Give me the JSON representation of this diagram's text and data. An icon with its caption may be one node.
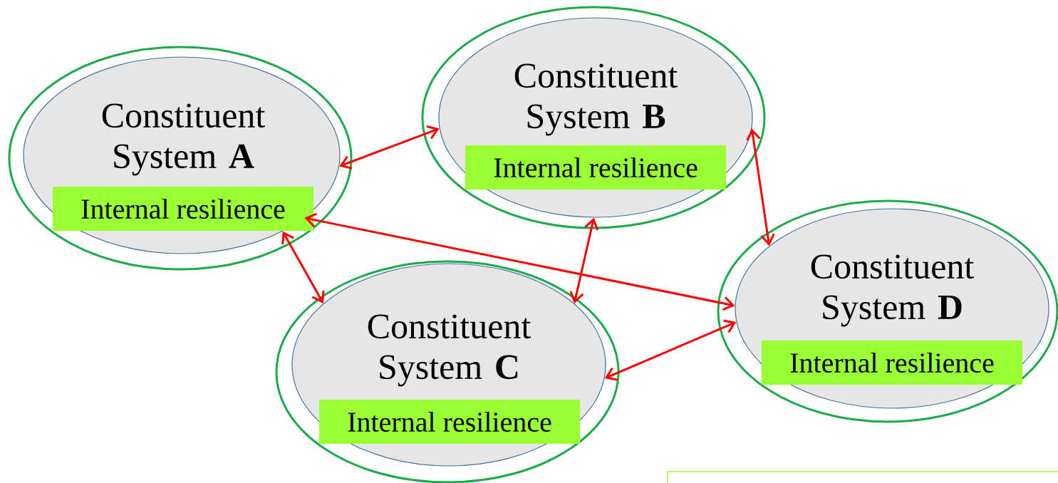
{
  "diagram": {
    "nodes": [
      {
        "text": [],
        "shape": "ellipse"
      },
      {
        "text": [
          "Constituent System **A**"
        ],
        "in": 0
      },
      {
        "text": [
          "Internal resilience"
        ],
        "in": 1
      },
      {
        "text": [],
        "shape": "ellipse"
      },
      {
        "text": [
          "Constituent System **B**"
        ],
        "in": 3
      },
      {
        "text": [
          "Internal resilience"
        ],
        "in": 4
      },
      {
        "text": [],
        "shape": "ellipse"
      },
      {
        "text": [
          "Constituent System **C**"
        ],
        "in": 6
      },
      {
        "text": [
          "Internal resilience"
        ],
        "in": 7
      },
      {
        "text": [],
        "shape": "ellipse"
      },
      {
        "text": [
          "Constituent System **D**"
        ],
        "in": 9
      },
      {
        "text": [
          "Internal resilience"
        ],
        "in": 10
      }
    ],
    "edges": [
      {
        "from": 1,
        "to": 4,
        "arrow": "both"
      },
      {
        "from": 1,
        "to": 10,
        "arrow": "both"
      },
      {
        "from": 1,
        "to": 7,
        "arrow": "both"
      },
      {
        "from": 4,
        "to": 7,
        "arrow": "both"
      },
      {
        "from": 4,
        "to": 10,
        "arrow": "both"
      },
      {
        "from": 7,
        "to": 10,
        "arrow": "both"
      }
    ]
  }
}
